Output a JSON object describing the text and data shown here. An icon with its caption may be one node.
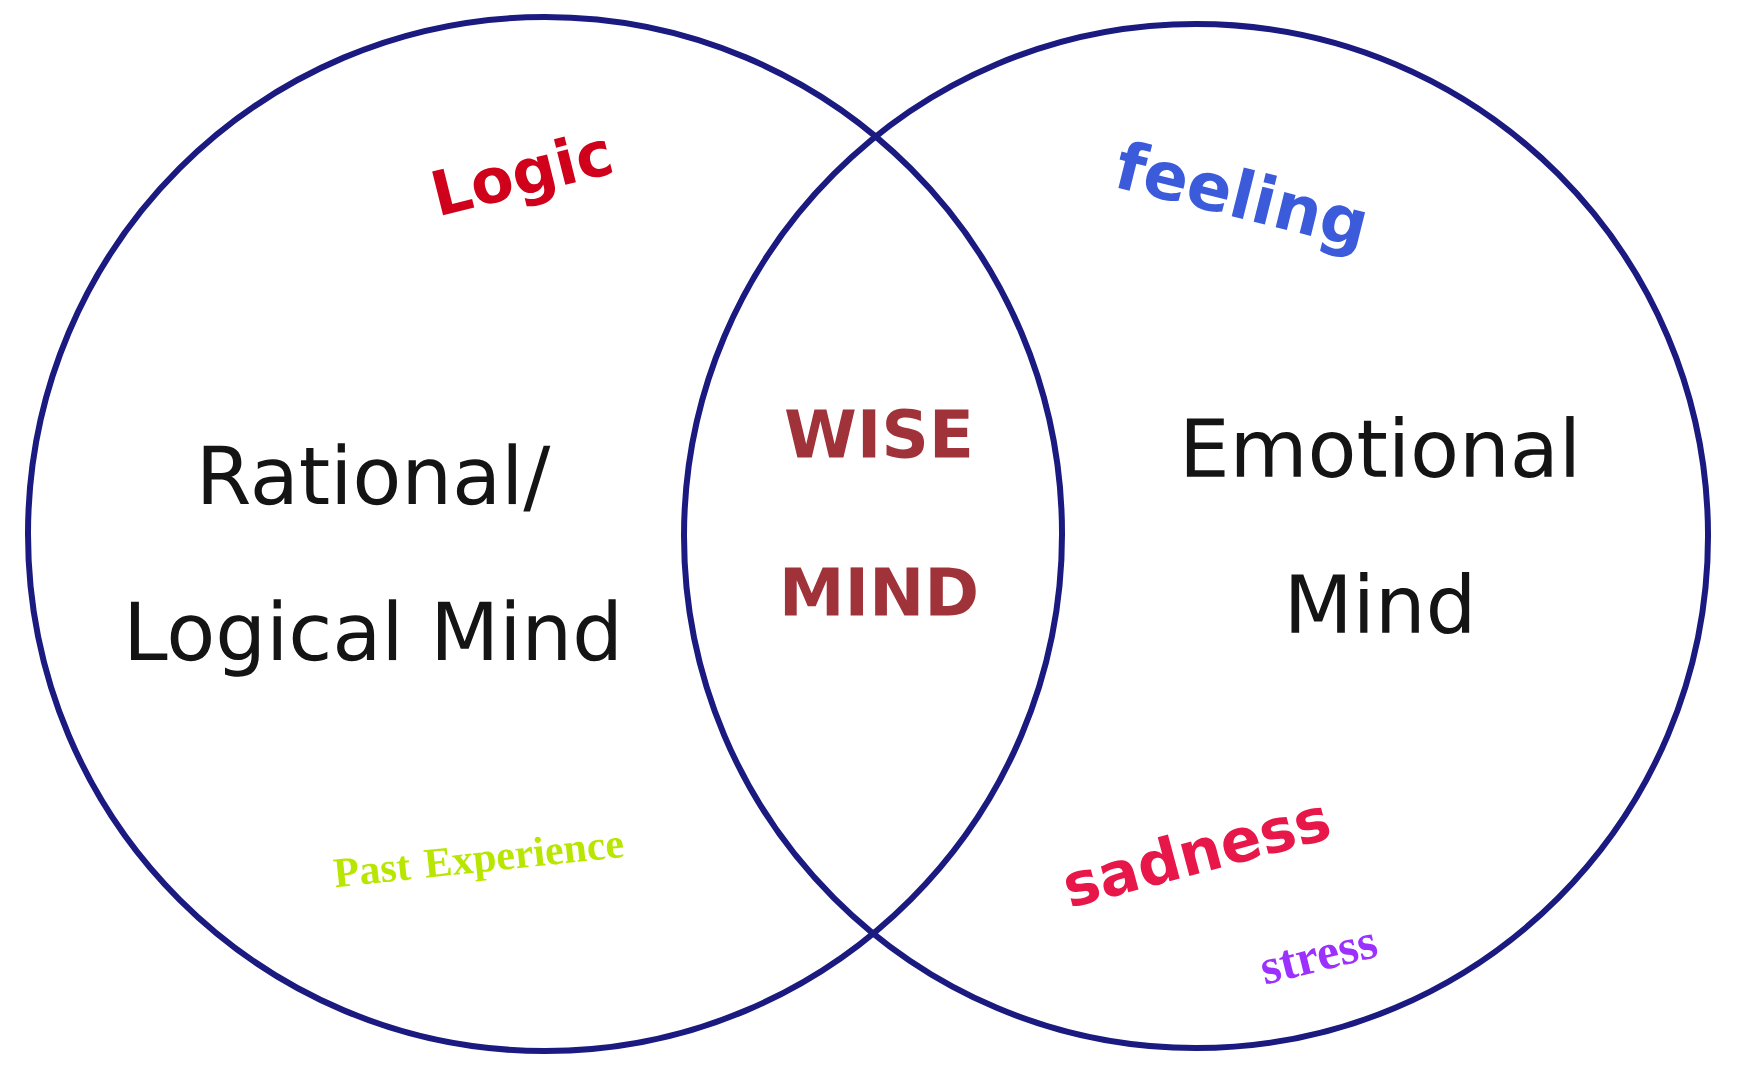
{
  "diagram": {
    "nodes": [
      {
        "text": [
          "Rational/ Logical Mind"
        ]
      },
      {
        "text": [
          "Emotional Mind"
        ]
      }
    ],
    "labels": [
      "Logic",
      "feeling",
      "WISE MIND",
      "Past Experience",
      "sadness",
      "stress"
    ]
  }
}
